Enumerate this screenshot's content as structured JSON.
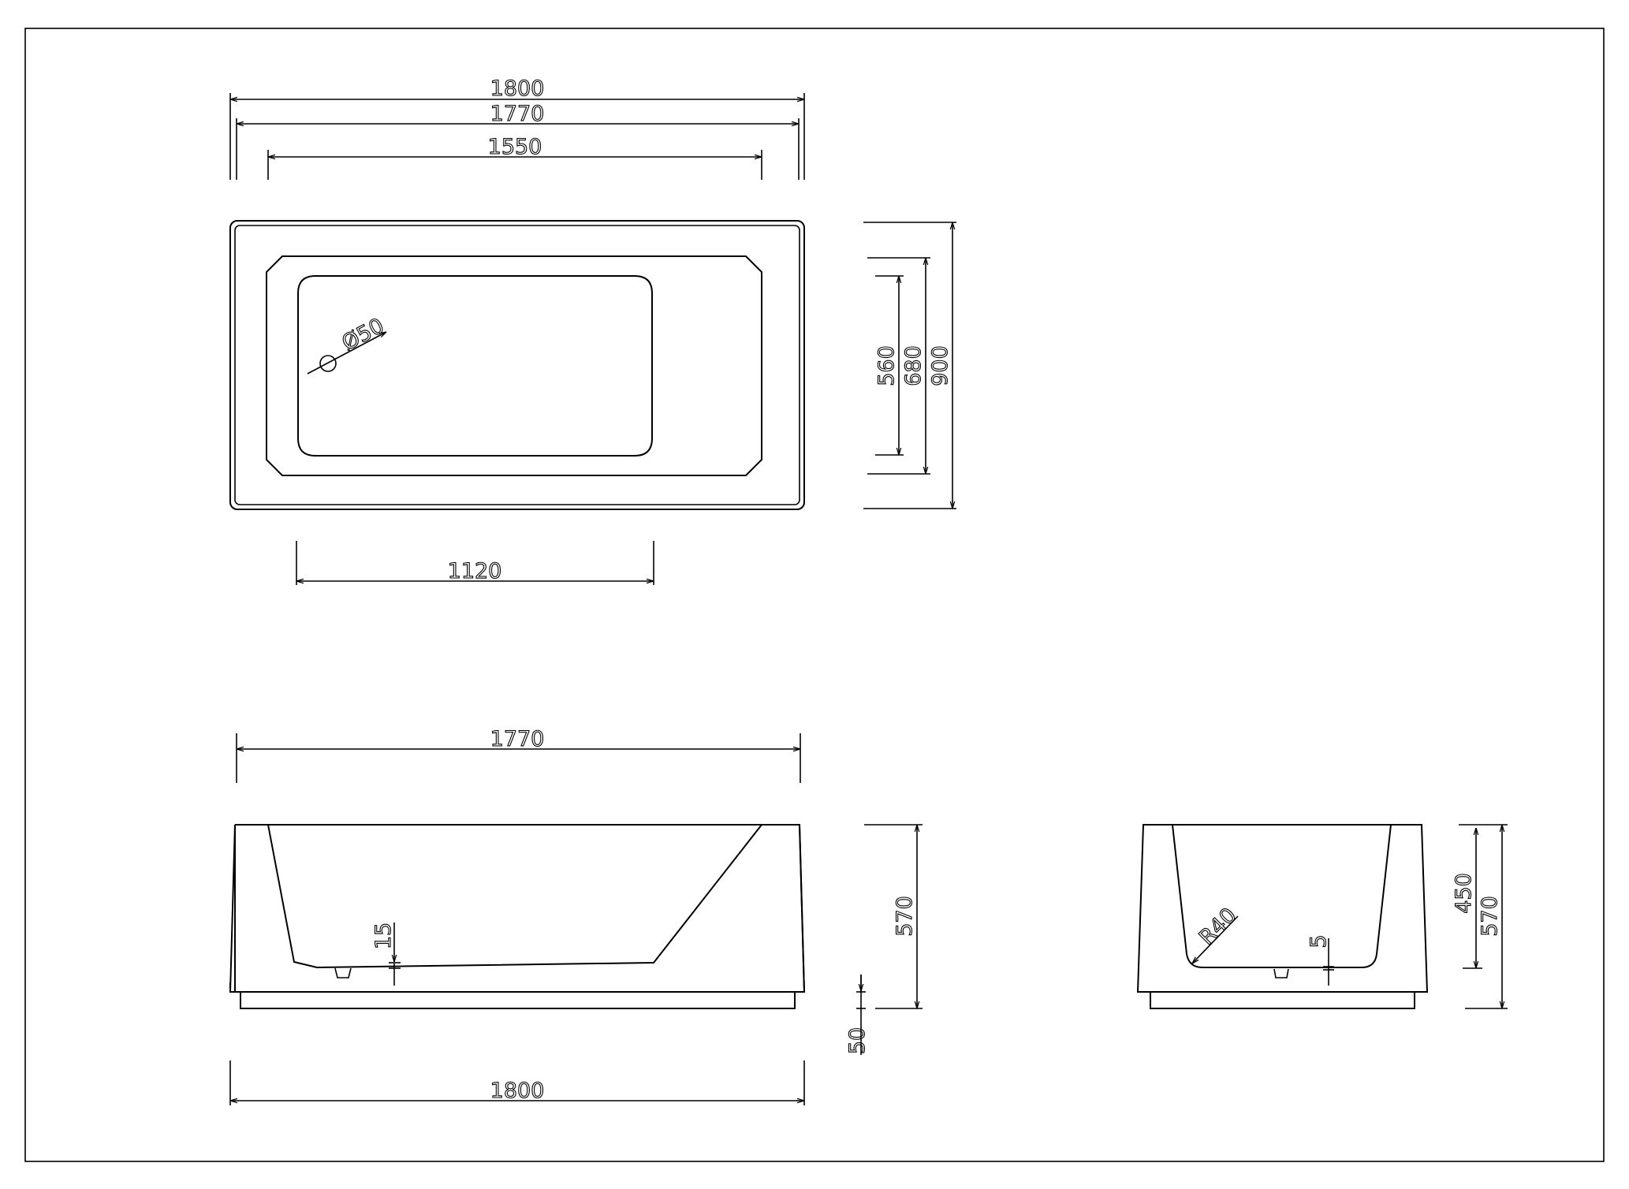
{
  "drawing": {
    "top_view": {
      "overall_length": "1800",
      "rim_length": "1770",
      "inner_length": "1550",
      "bottom_length": "1120",
      "drain_diameter": "Ø50",
      "bottom_width": "560",
      "inner_width": "680",
      "overall_width": "900"
    },
    "front_view": {
      "top_length": "1770",
      "bottom_length": "1800",
      "height": "570",
      "floor_offset": "15",
      "base_height": "50"
    },
    "side_view": {
      "inner_depth": "450",
      "height": "570",
      "corner_radius": "R40",
      "floor_offset": "5"
    }
  }
}
